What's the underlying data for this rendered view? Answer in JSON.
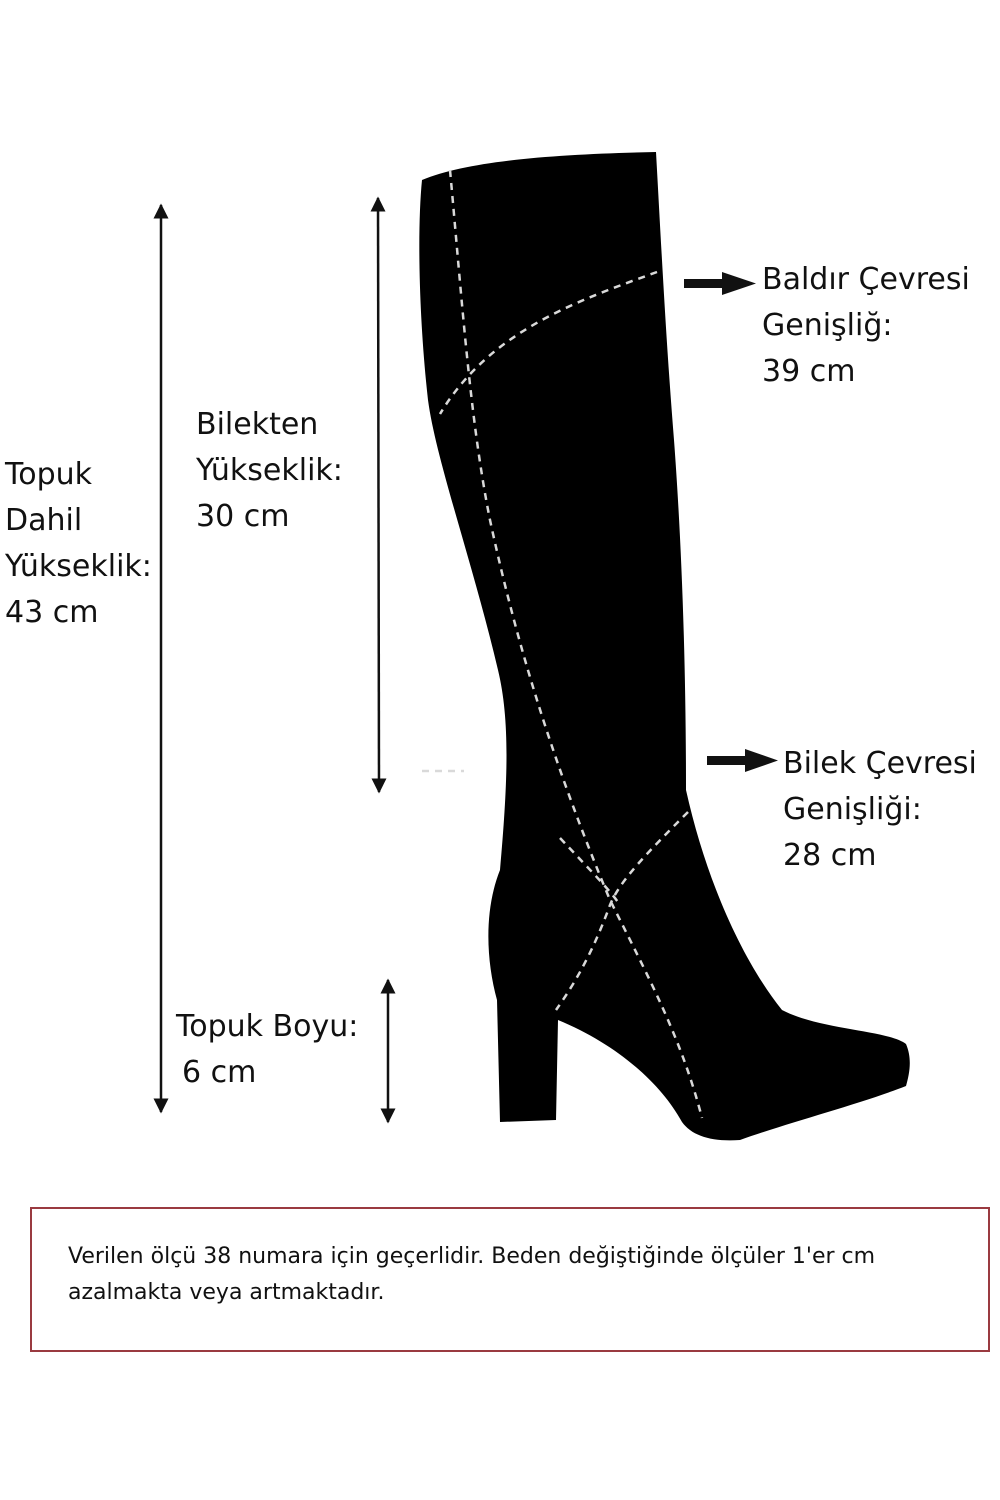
{
  "labels": {
    "total_height": {
      "line1": "Topuk",
      "line2": "Dahil",
      "line3": "Yükseklik:",
      "value": "43 cm"
    },
    "ankle_height": {
      "line1": "Bilekten",
      "line2": "Yükseklik:",
      "value": "30 cm"
    },
    "calf_width": {
      "line1": "Baldır Çevresi",
      "line2": "Genişliğ:",
      "value": "39 cm"
    },
    "ankle_width": {
      "line1": "Bilek Çevresi",
      "line2": "Genişliği:",
      "value": "28 cm"
    },
    "heel_height": {
      "line1": "Topuk Boyu:",
      "value": "6 cm"
    }
  },
  "note": {
    "text": "Verilen ölçü 38 numara için geçerlidir. Beden değiştiğinde  ölçüler 1'er cm  azalmakta veya artmaktadır."
  },
  "colors": {
    "boot": "#000000",
    "stitch": "#d9d9d9",
    "arrow": "#111111",
    "note_border": "#9a3a40"
  },
  "icons": {
    "pointer": "right-arrow-icon",
    "measure": "double-headed-arrow-icon"
  }
}
